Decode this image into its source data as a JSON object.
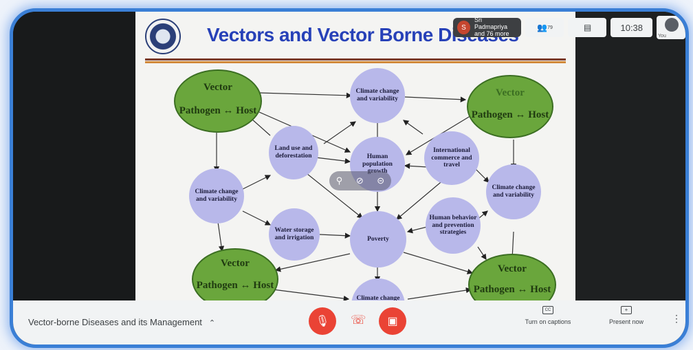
{
  "slide": {
    "title": "Vectors and Vector Borne Diseases",
    "vector_nodes": [
      {
        "vector": "Vector",
        "relation": "Pathogen ↔ Host"
      },
      {
        "vector": "Vector",
        "relation": "Pathogen ↔ Host"
      },
      {
        "vector": "Vector",
        "relation": "Pathogen ↔ Host"
      },
      {
        "vector": "Vector",
        "relation": "Pathogen ↔ Host"
      }
    ],
    "nodes": {
      "climate_top": "Climate change and variability",
      "climate_left": "Climate change and variability",
      "climate_right": "Climate change and variability",
      "climate_bottom": "Climate change",
      "land_use": "Land use and deforestation",
      "human_population": "Human population growth",
      "international": "International commerce and travel",
      "water_storage": "Water storage and irrigation",
      "poverty": "Poverty",
      "human_behavior": "Human behavior and prevention strategies"
    }
  },
  "topbar": {
    "participant_initial": "S",
    "participant_name": "Sri Padmapriya",
    "participant_more": "and 76 more",
    "people_count": "79",
    "time": "10:38",
    "you_label": "You"
  },
  "bottombar": {
    "meeting_name": "Vector-borne Diseases and its Management",
    "captions_label": "Turn on captions",
    "present_label": "Present now"
  },
  "icons": {
    "mic": "mic-off-icon",
    "hangup": "hangup-icon",
    "camera": "camera-off-icon",
    "captions": "captions-icon",
    "present": "present-icon",
    "more": "more-vert-icon",
    "people": "people-icon",
    "chat": "chat-icon",
    "pin": "pin-icon",
    "mute": "mute-icon",
    "remove": "remove-icon"
  },
  "colors": {
    "frame": "#3a7fd6",
    "title": "#2741b8",
    "vector_green": "#6aa63c",
    "node_lavender": "#b8b8ea",
    "end_call_red": "#ea4335"
  }
}
